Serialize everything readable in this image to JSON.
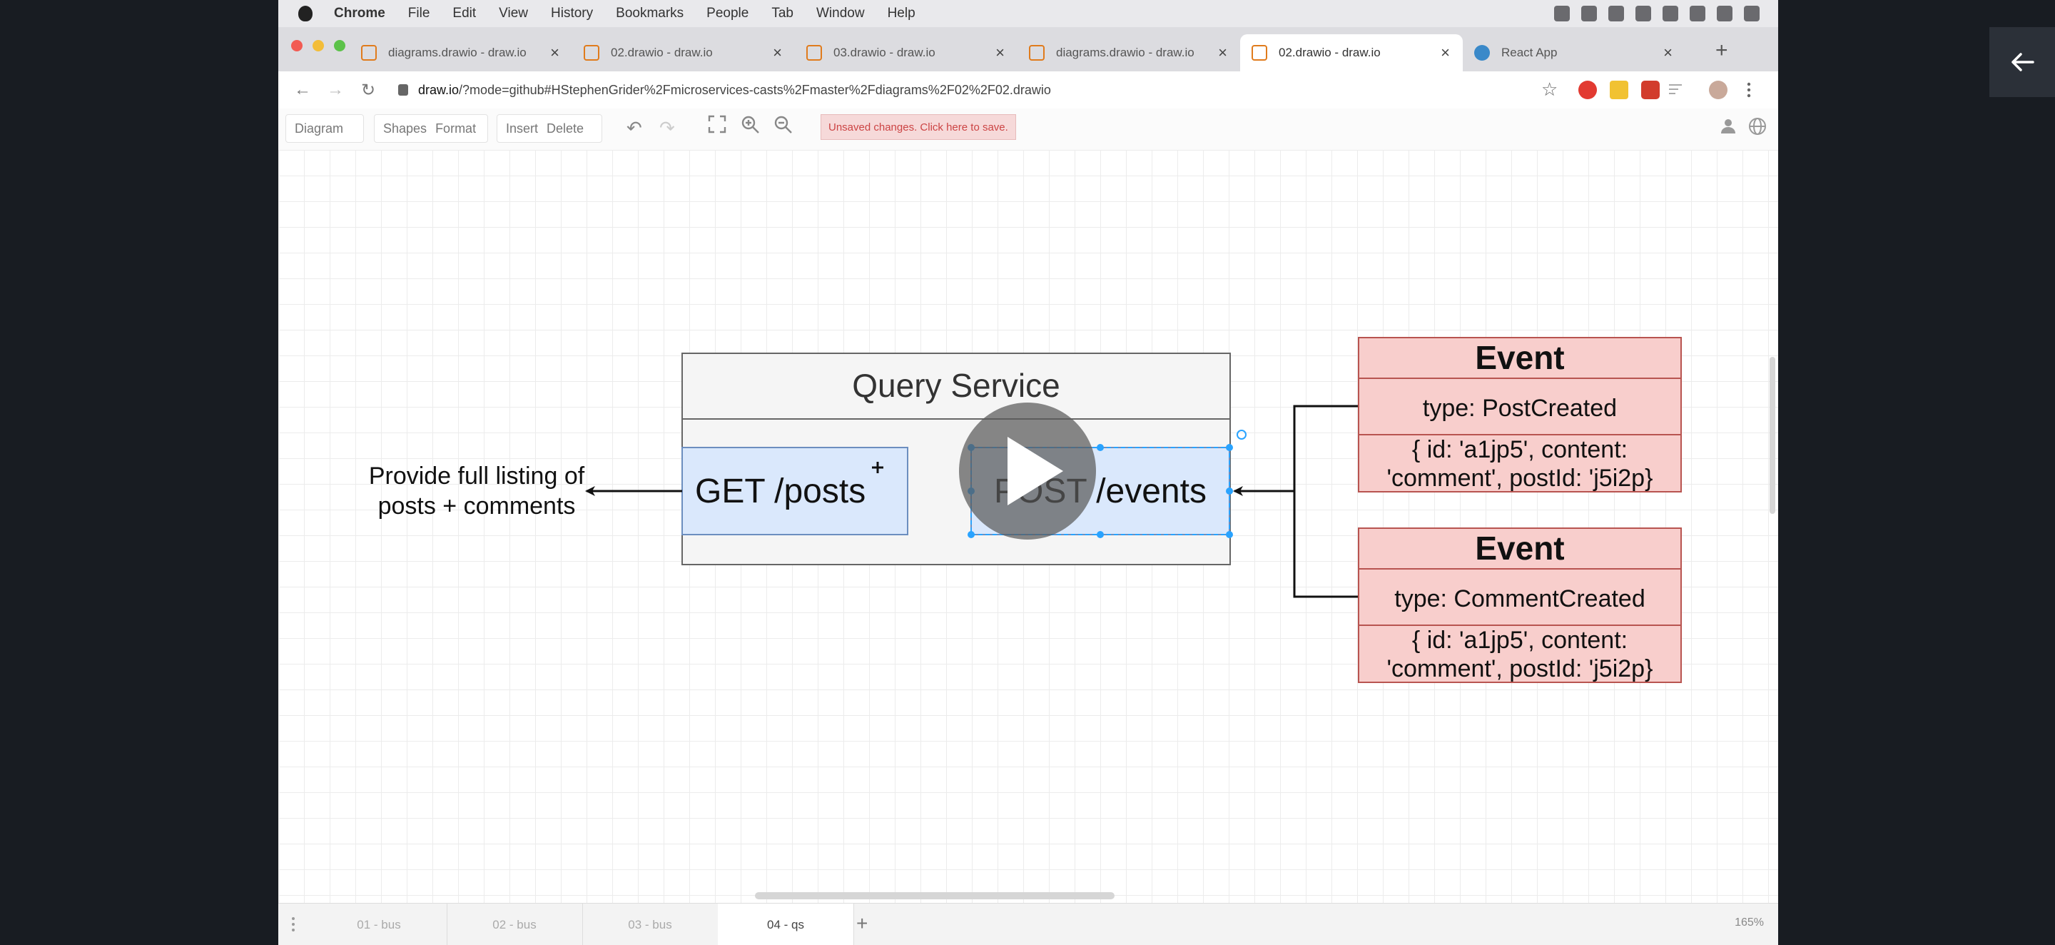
{
  "menubar": {
    "app": "Chrome",
    "items": [
      "File",
      "Edit",
      "View",
      "History",
      "Bookmarks",
      "People",
      "Tab",
      "Window",
      "Help"
    ]
  },
  "tabs": [
    {
      "title": "diagrams.drawio - draw.io",
      "close": "×"
    },
    {
      "title": "02.drawio - draw.io",
      "close": "×"
    },
    {
      "title": "03.drawio - draw.io",
      "close": "×"
    },
    {
      "title": "diagrams.drawio - draw.io",
      "close": "×"
    },
    {
      "title": "02.drawio - draw.io",
      "close": "×"
    },
    {
      "title": "React App",
      "close": "×"
    }
  ],
  "new_tab": "+",
  "address": {
    "host": "draw.io",
    "path": "/?mode=github#HStephenGrider%2Fmicroservices-casts%2Fmaster%2Fdiagrams%2F02%2F02.drawio"
  },
  "toolbar": {
    "diagram": "Diagram",
    "shapes": "Shapes",
    "format": "Format",
    "insert": "Insert",
    "delete": "Delete",
    "unsaved": "Unsaved changes. Click here to save."
  },
  "diagram": {
    "query_service_title": "Query Service",
    "get_posts": "GET /posts",
    "post_events": "POST /events",
    "output_line1": "Provide full listing of",
    "output_line2": "posts + comments",
    "event1": {
      "title": "Event",
      "type": "type: PostCreated",
      "payload_line1": "{ id: 'a1jp5', content:",
      "payload_line2": "'comment', postId: 'j5i2p}"
    },
    "event2": {
      "title": "Event",
      "type": "type: CommentCreated",
      "payload_line1": "{ id: 'a1jp5', content:",
      "payload_line2": "'comment', postId: 'j5i2p}"
    }
  },
  "pages": [
    "01 - bus",
    "02 - bus",
    "03 - bus",
    "04 - qs"
  ],
  "add_page": "+",
  "zoom": "165%",
  "colors": {
    "event_fill": "#f8cecc",
    "event_stroke": "#b85450",
    "endpoint_fill": "#dae8fc",
    "endpoint_stroke": "#6c8ebf",
    "page_background": "#181c22"
  }
}
